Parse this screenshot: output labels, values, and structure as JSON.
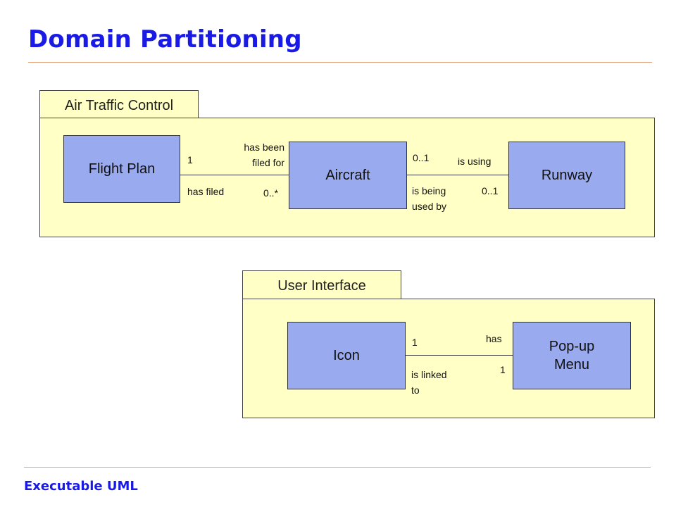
{
  "title": "Domain Partitioning",
  "footer": "Executable UML",
  "packages": [
    {
      "name": "Air Traffic Control",
      "classes": [
        "Flight Plan",
        "Aircraft",
        "Runway"
      ],
      "associations": [
        {
          "from": "Flight Plan",
          "to": "Aircraft",
          "from_multiplicity": "1",
          "to_multiplicity": "0..*",
          "from_role": "has filed",
          "to_role": "has been\nfiled for"
        },
        {
          "from": "Aircraft",
          "to": "Runway",
          "from_multiplicity": "0..1",
          "to_multiplicity": "0..1",
          "from_role": "is being\nused by",
          "to_role": "is using"
        }
      ]
    },
    {
      "name": "User Interface",
      "classes": [
        "Icon",
        "Pop-up\nMenu"
      ],
      "associations": [
        {
          "from": "Icon",
          "to": "Pop-up Menu",
          "from_multiplicity": "1",
          "to_multiplicity": "1",
          "from_role": "is linked\nto",
          "to_role": "has"
        }
      ]
    }
  ],
  "colors": {
    "title": "#1a1ae6",
    "package_fill": "#ffffc6",
    "class_fill": "#99aaee",
    "rule": "#e0a37a"
  }
}
